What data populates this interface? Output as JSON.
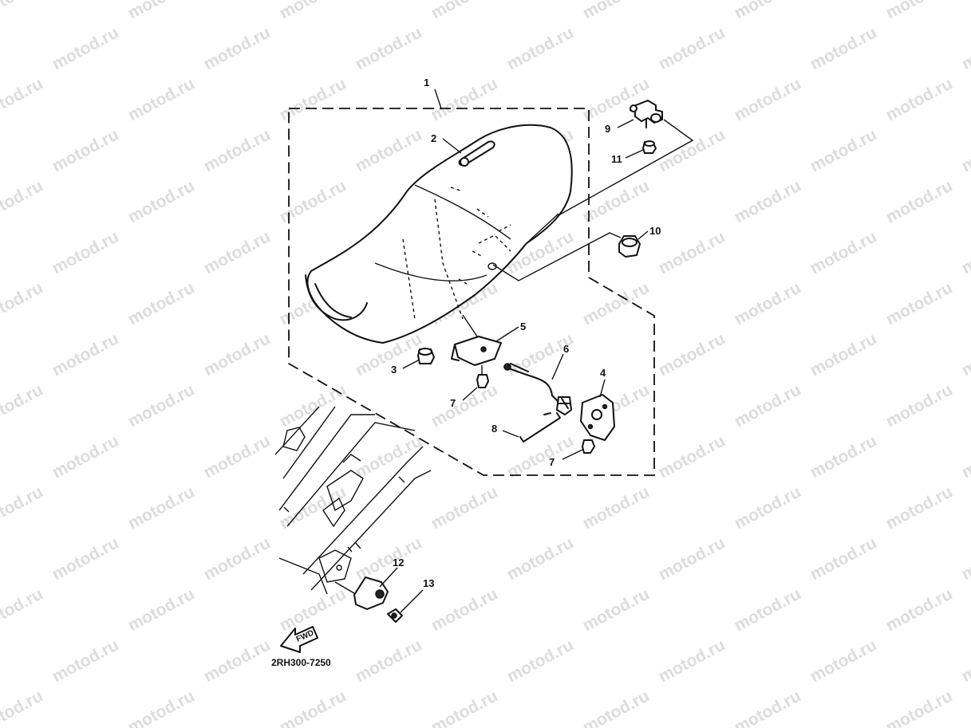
{
  "watermark": {
    "text": "motod.ru",
    "color": "#dcdcdc"
  },
  "drawing_code": "2RH300-7250",
  "fwd_label": "FWD",
  "callouts": [
    {
      "id": "1",
      "label": "1"
    },
    {
      "id": "2",
      "label": "2"
    },
    {
      "id": "3",
      "label": "3"
    },
    {
      "id": "4",
      "label": "4"
    },
    {
      "id": "5",
      "label": "5"
    },
    {
      "id": "6",
      "label": "6"
    },
    {
      "id": "7a",
      "label": "7"
    },
    {
      "id": "7b",
      "label": "7"
    },
    {
      "id": "8",
      "label": "8"
    },
    {
      "id": "9",
      "label": "9"
    },
    {
      "id": "10",
      "label": "10"
    },
    {
      "id": "11",
      "label": "11"
    },
    {
      "id": "12",
      "label": "12"
    },
    {
      "id": "13",
      "label": "13"
    }
  ]
}
